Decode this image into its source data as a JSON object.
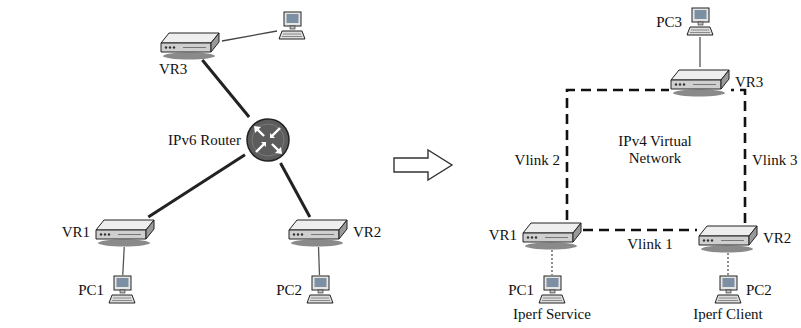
{
  "diagram": {
    "nodes": [
      {
        "text": [
          "VR3"
        ]
      },
      {
        "text": [
          "IPv6 Router"
        ]
      },
      {
        "text": [
          "VR1"
        ]
      },
      {
        "text": [
          "PC1"
        ]
      },
      {
        "text": [
          "VR2"
        ]
      },
      {
        "text": [
          "PC2"
        ]
      },
      {
        "text": [
          "PC3"
        ]
      },
      {
        "text": [
          "VR3"
        ]
      },
      {
        "text": [
          "VR1"
        ]
      },
      {
        "text": [
          "PC1",
          "Iperf Service"
        ]
      },
      {
        "text": [
          "VR2"
        ]
      },
      {
        "text": [
          "PC2",
          "Iperf Client"
        ]
      }
    ],
    "edges": [
      {
        "from": 0,
        "to": 1,
        "arrow": "none"
      },
      {
        "from": 1,
        "to": 2,
        "arrow": "none"
      },
      {
        "from": 1,
        "to": 4,
        "arrow": "none"
      },
      {
        "from": 2,
        "to": 3,
        "arrow": "none"
      },
      {
        "from": 4,
        "to": 5,
        "arrow": "none"
      },
      {
        "from": 7,
        "to": 6,
        "arrow": "none"
      },
      {
        "from": 8,
        "to": 10,
        "label": "Vlink 1",
        "arrow": "none"
      },
      {
        "from": 8,
        "to": 7,
        "label": "Vlink 2",
        "arrow": "none"
      },
      {
        "from": 10,
        "to": 7,
        "label": "Vlink 3",
        "arrow": "none"
      },
      {
        "from": 8,
        "to": 9,
        "arrow": "none"
      },
      {
        "from": 10,
        "to": 11,
        "arrow": "none"
      }
    ],
    "labels": [
      "IPv4 Virtual Network"
    ]
  }
}
